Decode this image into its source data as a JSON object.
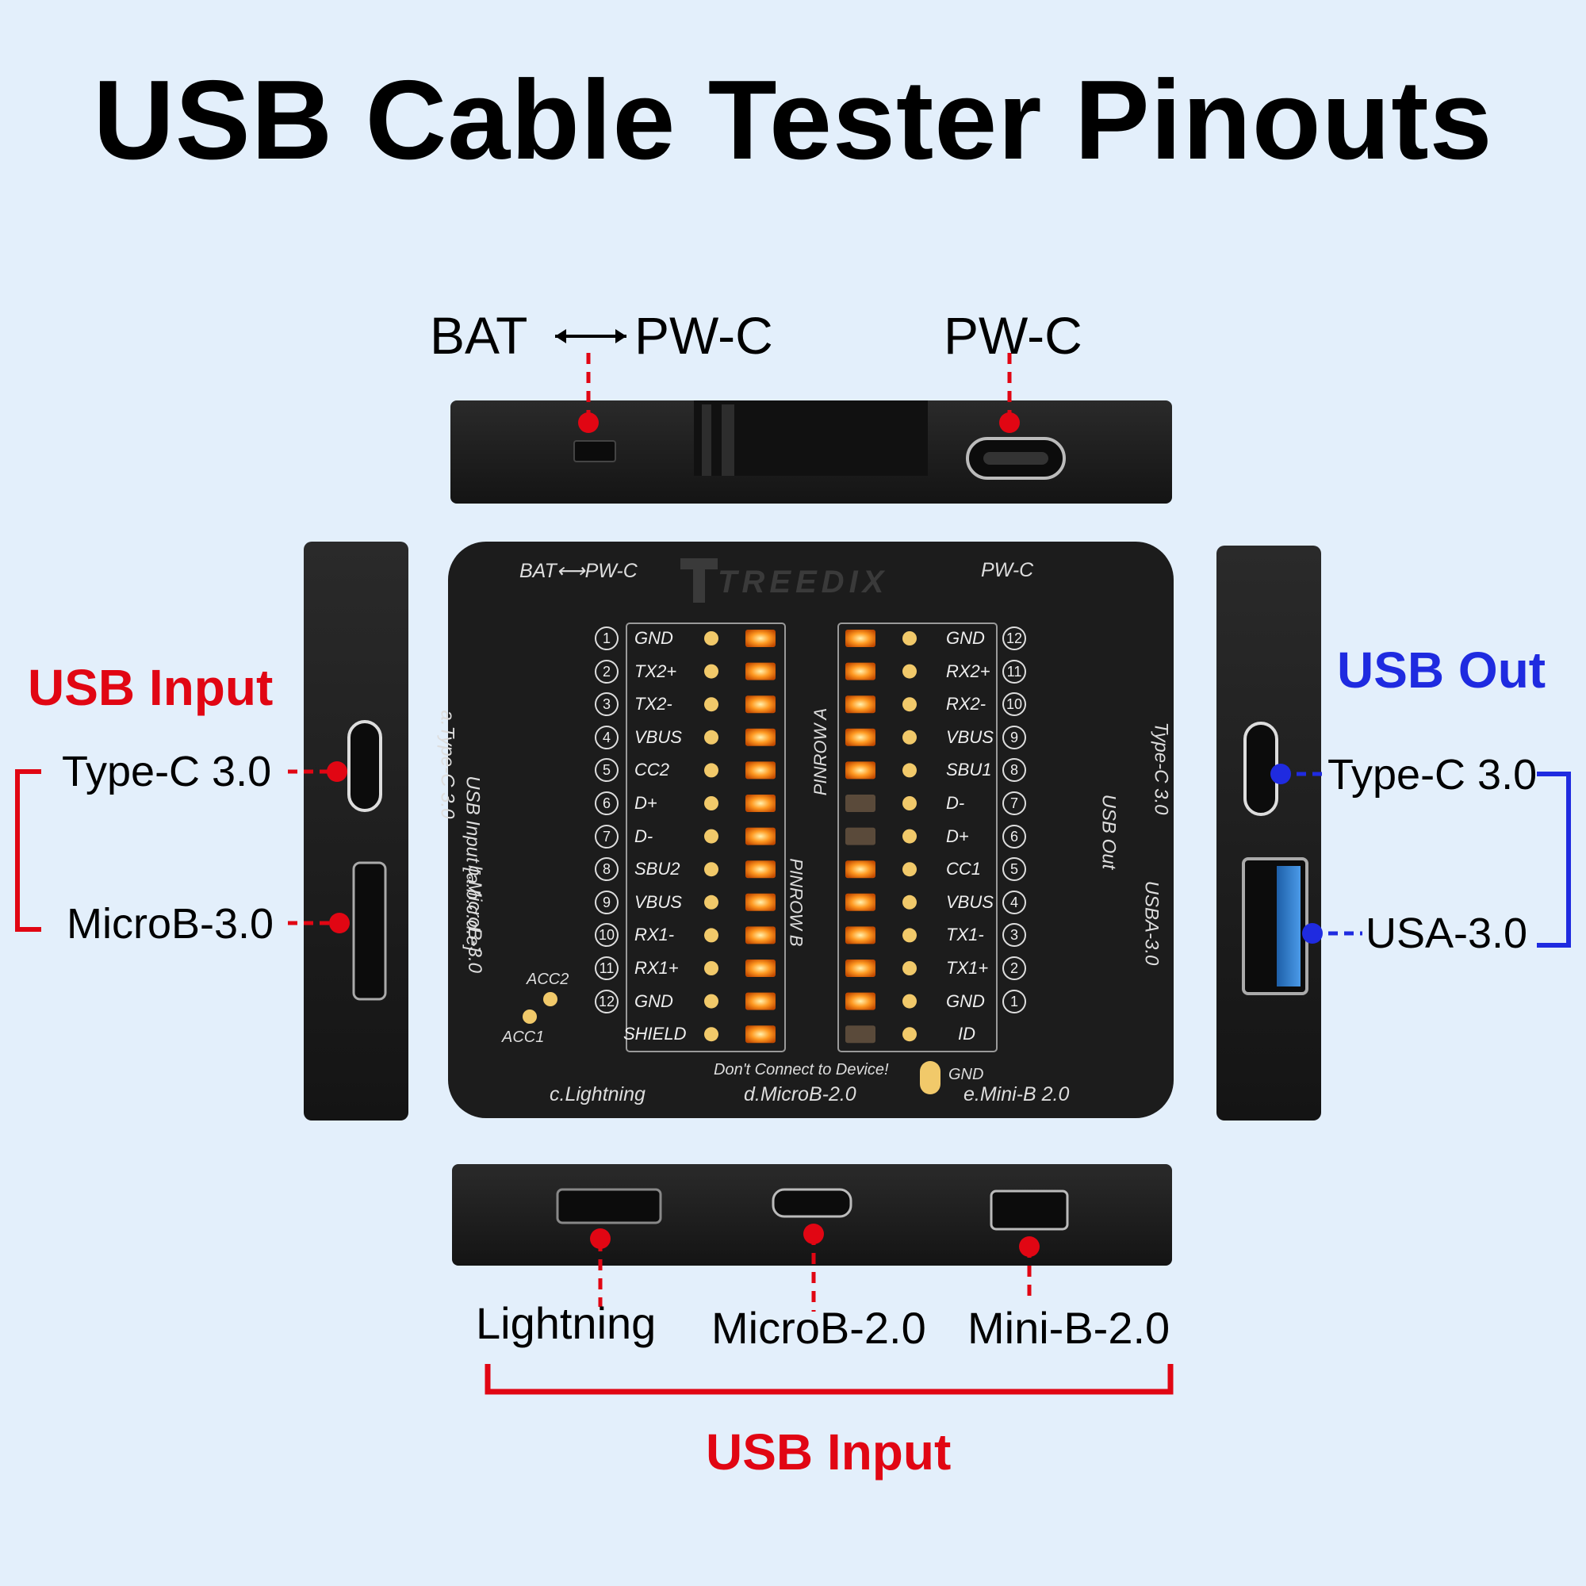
{
  "title": "USB Cable Tester Pinouts",
  "colors": {
    "background": "#e3effb",
    "input_red": "#e10613",
    "output_blue": "#1f2be0",
    "device": "#1c1c1c",
    "led_on": "#ff8a1a"
  },
  "top_view": {
    "bat_label": "BAT",
    "pwc_label": "PW-C",
    "pwc_label_right": "PW-C"
  },
  "left_view": {
    "section_label": "USB Input",
    "port1": "Type-C 3.0",
    "port2": "MicroB-3.0"
  },
  "right_view": {
    "section_label": "USB Out",
    "port1": "Type-C 3.0",
    "port2": "USA-3.0"
  },
  "bottom_view": {
    "port1": "Lightning",
    "port2": "MicroB-2.0",
    "port3": "Mini-B-2.0",
    "section_label": "USB Input"
  },
  "panel": {
    "brand": "TREEDIX",
    "bat_pwc": "BAT⟷PW-C",
    "pwc": "PW-C",
    "input_desc": "USB Input [a.b.c.d.e]",
    "type_c_note": "a.Type-C 3.0",
    "microb_note": "b.MicroB-3.0",
    "out_type_c": "Type-C 3.0",
    "out_label": "USB Out",
    "out_usba": "USBA-3.0",
    "pinrow_a": "PINROW A",
    "pinrow_b": "PINROW B",
    "acc1": "ACC1",
    "acc2": "ACC2",
    "warning": "Don't Connect to Device!",
    "gnd": "GND",
    "lightning": "c.Lightning",
    "microb2": "d.MicroB-2.0",
    "minib2": "e.Mini-B 2.0",
    "left_pins": [
      {
        "num": "1",
        "name": "GND"
      },
      {
        "num": "2",
        "name": "TX2+"
      },
      {
        "num": "3",
        "name": "TX2-"
      },
      {
        "num": "4",
        "name": "VBUS"
      },
      {
        "num": "5",
        "name": "CC2"
      },
      {
        "num": "6",
        "name": "D+"
      },
      {
        "num": "7",
        "name": "D-"
      },
      {
        "num": "8",
        "name": "SBU2"
      },
      {
        "num": "9",
        "name": "VBUS"
      },
      {
        "num": "10",
        "name": "RX1-"
      },
      {
        "num": "11",
        "name": "RX1+"
      },
      {
        "num": "12",
        "name": "GND"
      },
      {
        "num": "",
        "name": "SHIELD"
      }
    ],
    "right_pins": [
      {
        "num": "12",
        "name": "GND"
      },
      {
        "num": "11",
        "name": "RX2+"
      },
      {
        "num": "10",
        "name": "RX2-"
      },
      {
        "num": "9",
        "name": "VBUS"
      },
      {
        "num": "8",
        "name": "SBU1"
      },
      {
        "num": "7",
        "name": "D-"
      },
      {
        "num": "6",
        "name": "D+"
      },
      {
        "num": "5",
        "name": "CC1"
      },
      {
        "num": "4",
        "name": "VBUS"
      },
      {
        "num": "3",
        "name": "TX1-"
      },
      {
        "num": "2",
        "name": "TX1+"
      },
      {
        "num": "1",
        "name": "GND"
      },
      {
        "num": "",
        "name": "ID"
      }
    ]
  }
}
